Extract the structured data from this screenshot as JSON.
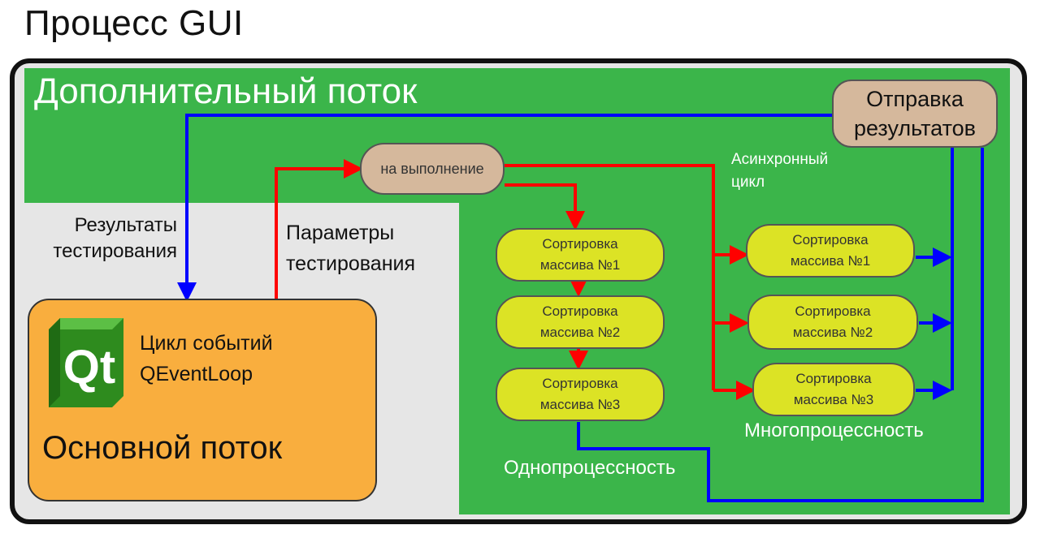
{
  "title": "Процесс GUI",
  "secondary_thread": {
    "title": "Дополнительный поток"
  },
  "main_thread": {
    "title": "Основной поток",
    "event_loop_line1": "Цикл событий",
    "event_loop_line2": "QEventLoop",
    "logo_text": "Qt"
  },
  "labels": {
    "results_line1": "Результаты",
    "results_line2": "тестирования",
    "params_line1": "Параметры",
    "params_line2": "тестирования",
    "async_line1": "Асинхронный",
    "async_line2": "цикл",
    "single_process": "Однопроцессность",
    "multi_process": "Многопроцессность"
  },
  "nodes": {
    "submit": "на выполнение",
    "send_results_line1": "Отправка",
    "send_results_line2": "результатов"
  },
  "single_sorts": [
    {
      "line1": "Сортировка",
      "line2": "массива №1"
    },
    {
      "line1": "Сортировка",
      "line2": "массива №2"
    },
    {
      "line1": "Сортировка",
      "line2": "массива №3"
    }
  ],
  "multi_sorts": [
    {
      "line1": "Сортировка",
      "line2": "массива №1"
    },
    {
      "line1": "Сортировка",
      "line2": "массива №2"
    },
    {
      "line1": "Сортировка",
      "line2": "массива №3"
    }
  ],
  "colors": {
    "secondary_bg": "#3bb54a",
    "main_bg": "#f9ae3e",
    "gui_bg": "#e6e6e6",
    "sort_bg": "#dce325",
    "node_bg": "#d5b89c",
    "param_arrow": "#ff0000",
    "result_arrow": "#0000ff"
  }
}
